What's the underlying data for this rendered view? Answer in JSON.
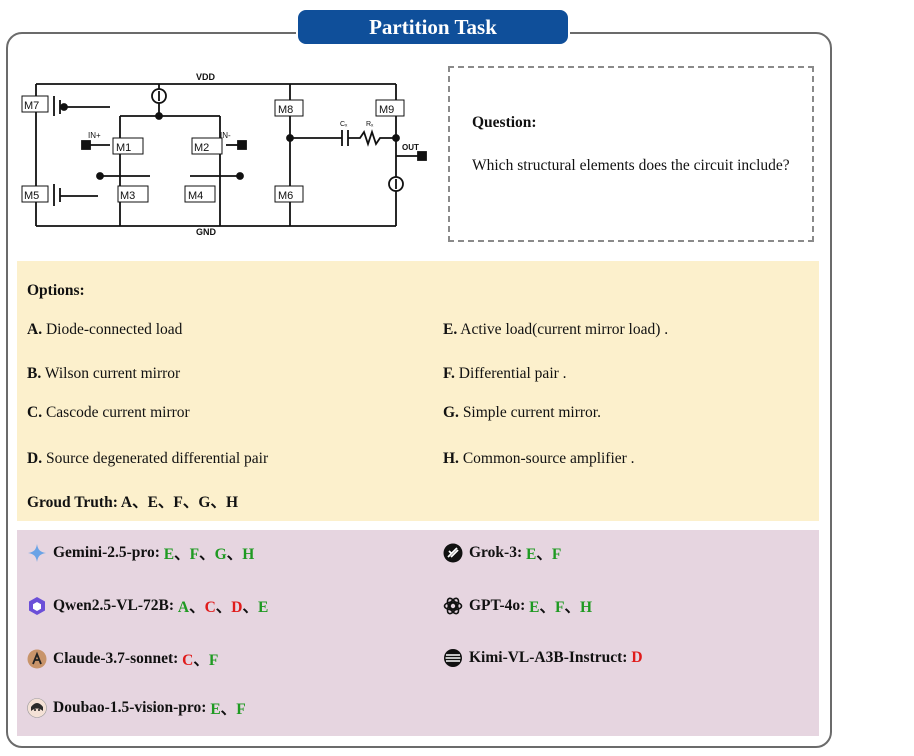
{
  "title": "Partition Task",
  "circuit": {
    "labels": {
      "vdd": "VDD",
      "gnd": "GND",
      "m1": "M1",
      "m2": "M2",
      "m3": "M3",
      "m4": "M4",
      "m5": "M5",
      "m6": "M6",
      "m7": "M7",
      "m8": "M8",
      "m9": "M9",
      "in_plus": "IN+",
      "in_minus": "IN-",
      "out": "OUT",
      "cc": "Cₓ",
      "rc": "Rₓ"
    }
  },
  "question": {
    "label": "Question:",
    "text": "Which structural elements does the circuit include?"
  },
  "options": {
    "title": "Options:",
    "items": [
      {
        "key": "A.",
        "text": "Diode-connected load"
      },
      {
        "key": "B.",
        "text": "Wilson current mirror"
      },
      {
        "key": "C.",
        "text": "Cascode current mirror"
      },
      {
        "key": "D.",
        "text": "Source degenerated differential pair"
      },
      {
        "key": "E.",
        "text": "Active load(current mirror load) ."
      },
      {
        "key": "F.",
        "text": "Differential pair   ."
      },
      {
        "key": "G.",
        "text": "Simple current mirror."
      },
      {
        "key": "H.",
        "text": "Common-source amplifier ."
      }
    ],
    "ground_truth": "Groud Truth: A、E、F、G、H"
  },
  "results": [
    {
      "model": "Gemini-2.5-pro:",
      "icon": "gemini-icon",
      "answers": [
        {
          "t": "E",
          "ok": true
        },
        {
          "t": "F",
          "ok": true
        },
        {
          "t": "G",
          "ok": true
        },
        {
          "t": "H",
          "ok": true
        }
      ]
    },
    {
      "model": "Qwen2.5-VL-72B:",
      "icon": "qwen-icon",
      "answers": [
        {
          "t": "A",
          "ok": true
        },
        {
          "t": "C",
          "ok": false
        },
        {
          "t": "D",
          "ok": false
        },
        {
          "t": "E",
          "ok": true
        }
      ]
    },
    {
      "model": "Claude-3.7-sonnet:",
      "icon": "claude-icon",
      "answers": [
        {
          "t": "C",
          "ok": false
        },
        {
          "t": "F",
          "ok": true
        }
      ]
    },
    {
      "model": "Doubao-1.5-vision-pro:",
      "icon": "doubao-icon",
      "answers": [
        {
          "t": "E",
          "ok": true
        },
        {
          "t": "F",
          "ok": true
        }
      ]
    },
    {
      "model": "Grok-3:",
      "icon": "grok-icon",
      "answers": [
        {
          "t": "E",
          "ok": true
        },
        {
          "t": "F",
          "ok": true
        }
      ]
    },
    {
      "model": "GPT-4o:",
      "icon": "openai-icon",
      "answers": [
        {
          "t": "E",
          "ok": true
        },
        {
          "t": "F",
          "ok": true
        },
        {
          "t": "H",
          "ok": true
        }
      ]
    },
    {
      "model": "Kimi-VL-A3B-Instruct:",
      "icon": "kimi-icon",
      "answers": [
        {
          "t": "D",
          "ok": false
        }
      ]
    }
  ],
  "colors": {
    "header": "#0f4f9a",
    "options_bg": "#fcf0cc",
    "results_bg": "#e6d5e0",
    "correct": "#1f9a22",
    "wrong": "#e01b1b"
  }
}
